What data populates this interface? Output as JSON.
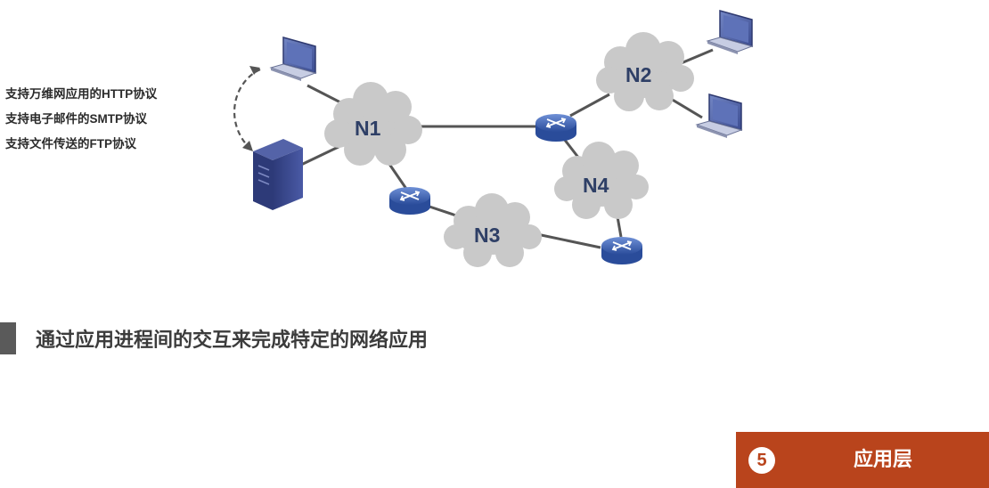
{
  "protocols": [
    "支持万维网应用的HTTP协议",
    "支持电子邮件的SMTP协议",
    "支持文件传送的FTP协议"
  ],
  "networks": {
    "n1": "N1",
    "n2": "N2",
    "n3": "N3",
    "n4": "N4"
  },
  "caption": "通过应用进程间的交互来完成特定的网络应用",
  "layer": {
    "number": "5",
    "title": "应用层"
  },
  "colors": {
    "cloud": "#c9c9c9",
    "router": "#3a60b4",
    "link": "#555555",
    "badge": "#b9441c"
  }
}
